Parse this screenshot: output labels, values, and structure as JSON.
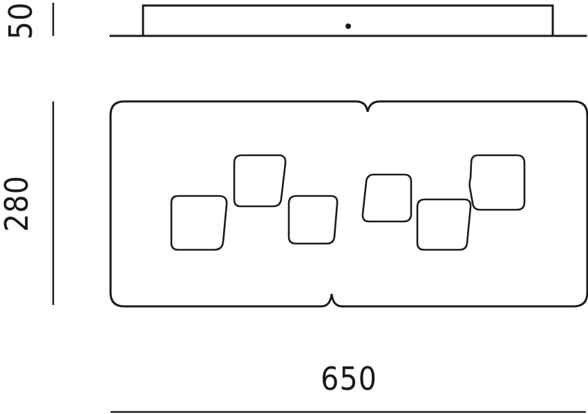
{
  "dimensions": {
    "height_side": "50",
    "height_plan": "280",
    "width": "650"
  }
}
